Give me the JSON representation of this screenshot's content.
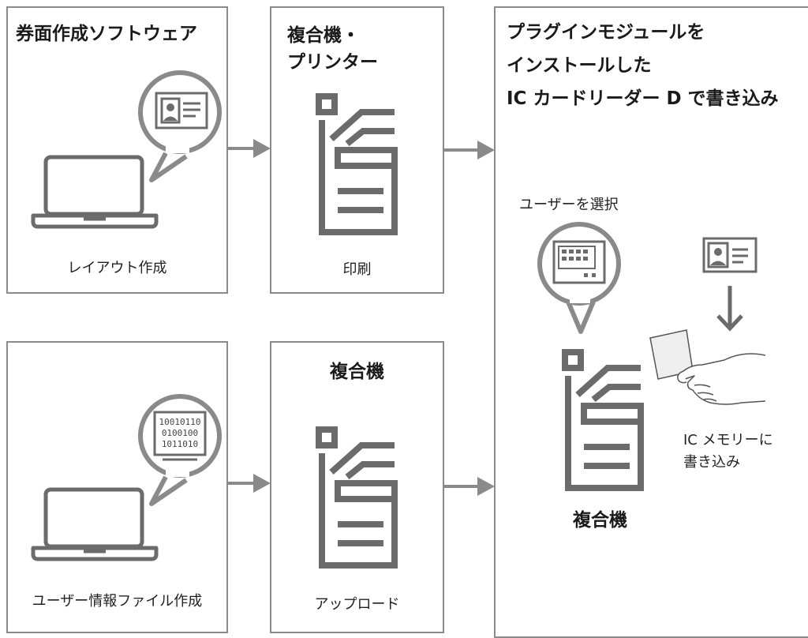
{
  "colors": {
    "icon": "#6b6b6b",
    "border": "#8a8a8a",
    "arrow": "#8a8a8a"
  },
  "top_row": {
    "software": {
      "title": "券面作成ソフトウェア",
      "caption": "レイアウト作成",
      "bubble_icon": "id-card-icon",
      "device_icon": "laptop-icon"
    },
    "printer": {
      "title_lines": [
        "複合機・",
        "プリンター"
      ],
      "caption": "印刷",
      "device_icon": "multifunction-printer-icon"
    }
  },
  "bottom_row": {
    "software": {
      "caption": "ユーザー情報ファイル作成",
      "bubble_icon": "binary-data-icon",
      "bubble_text": [
        "10010110",
        "0100100",
        "1011010"
      ],
      "device_icon": "laptop-icon"
    },
    "mfp": {
      "title": "複合機",
      "caption": "アップロード",
      "device_icon": "multifunction-printer-icon"
    }
  },
  "right_panel": {
    "title_lines": [
      "プラグインモジュールを",
      "インストールした",
      "IC カードリーダー D で書き込み"
    ],
    "select_label": "ユーザーを選択",
    "mfp_label": "複合機",
    "write_label_lines": [
      "IC メモリーに",
      "書き込み"
    ],
    "icons": [
      "touch-panel-icon",
      "id-card-icon",
      "down-arrow-icon",
      "ic-card-icon",
      "hand-icon",
      "multifunction-printer-icon"
    ]
  }
}
